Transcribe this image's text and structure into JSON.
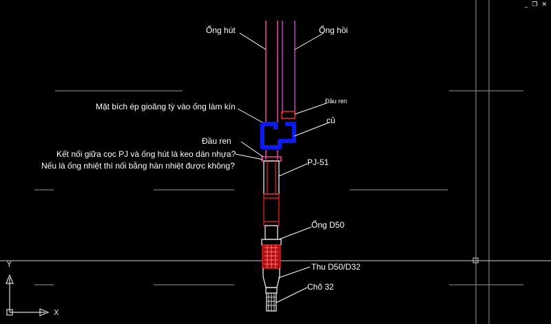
{
  "window": {
    "minimize_icon": "_",
    "restore_icon": "❐",
    "close_icon": "✕"
  },
  "ucs": {
    "x_label": "X",
    "y_label": "Y"
  },
  "colors": {
    "background": "#000000",
    "pipe_pink": "#ff3fa6",
    "pipe_magenta": "#c040c0",
    "red": "#ff2020",
    "blue": "#0a1aff",
    "white": "#ffffff"
  },
  "labels": {
    "ong_hut": "Ống hút",
    "ong_hoi": "Ống hồi",
    "mat_bich": "Mặt bích ép gioăng tỳ vào ống làm kín",
    "dau_ren_small": "Đầu ren",
    "cu": "củ",
    "dau_ren": "Đầu ren",
    "ket_noi_1": "Kết nối giữa cọc PJ và ống hút là keo dán nhựa?",
    "ket_noi_2": "Nếu là ống nhiệt thì nối bằng hàn nhiệt được không?",
    "pj51": "PJ-51",
    "ong_d50": "Ống D50",
    "thu": "Thu D50/D32",
    "cho32": "Chõ 32"
  }
}
